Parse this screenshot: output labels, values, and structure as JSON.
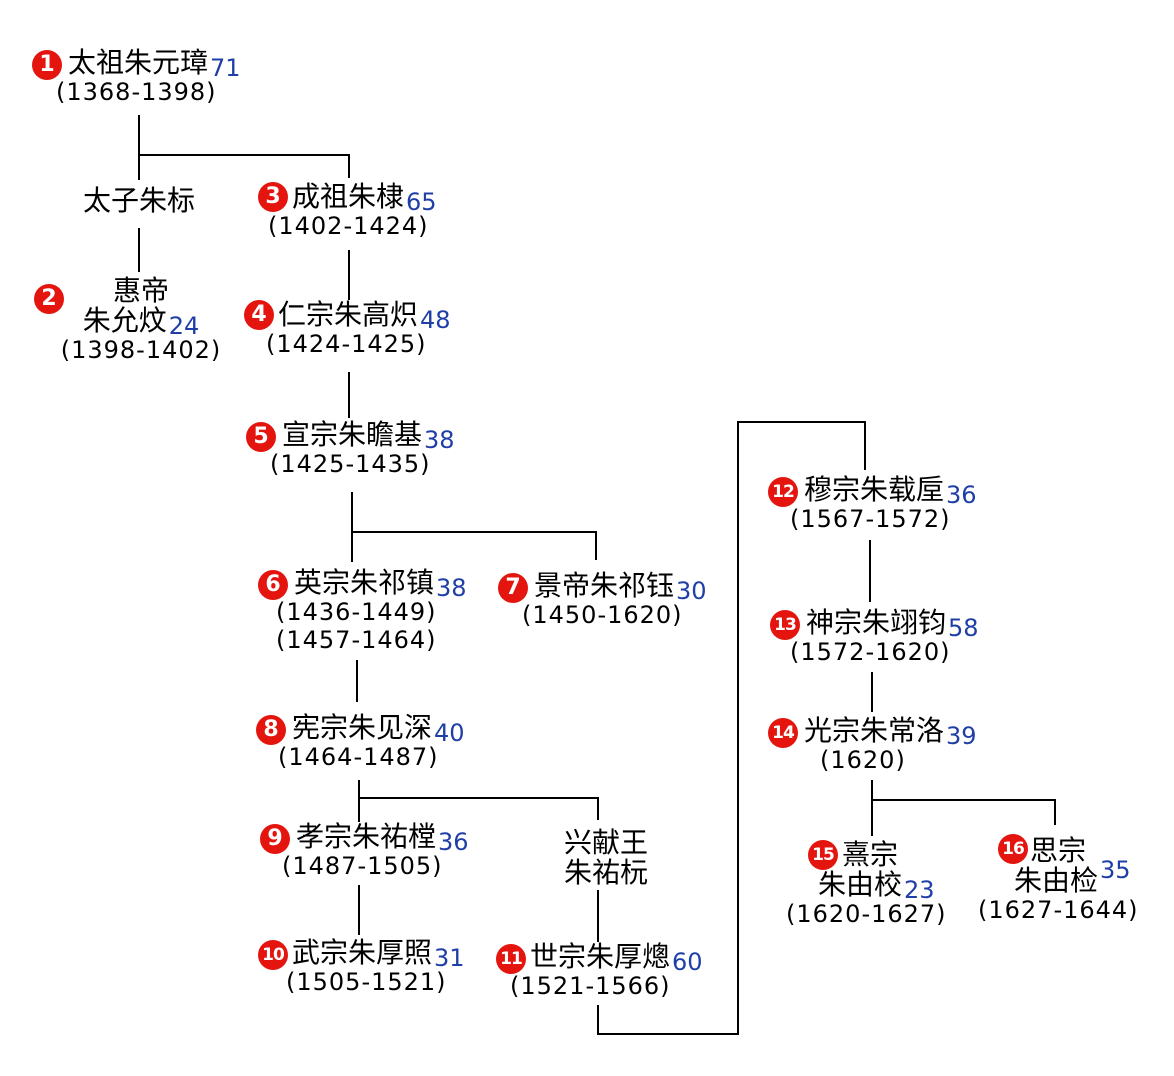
{
  "diagram": {
    "nodes": {
      "n1": {
        "badge": "1",
        "name": "太祖朱元璋",
        "age": "71",
        "years": "(1368-1398)"
      },
      "tz": {
        "name": "太子朱标"
      },
      "n2": {
        "badge": "2",
        "title": "惠帝",
        "name": "朱允炆",
        "age": "24",
        "years": "(1398-1402)"
      },
      "n3": {
        "badge": "3",
        "name": "成祖朱棣",
        "age": "65",
        "years": "(1402-1424)"
      },
      "n4": {
        "badge": "4",
        "name": "仁宗朱高炽",
        "age": "48",
        "years": "(1424-1425)"
      },
      "n5": {
        "badge": "5",
        "name": "宣宗朱瞻基",
        "age": "38",
        "years": "(1425-1435)"
      },
      "n6": {
        "badge": "6",
        "name": "英宗朱祁镇",
        "age": "38",
        "years": "(1436-1449)",
        "years2": "(1457-1464)"
      },
      "n7": {
        "badge": "7",
        "name": "景帝朱祁钰",
        "age": "30",
        "years": "(1450-1620)"
      },
      "n8": {
        "badge": "8",
        "name": "宪宗朱见深",
        "age": "40",
        "years": "(1464-1487)"
      },
      "n9": {
        "badge": "9",
        "name": "孝宗朱祐樘",
        "age": "36",
        "years": "(1487-1505)"
      },
      "xx": {
        "line1": "兴献王",
        "line2": "朱祐杬"
      },
      "n10": {
        "badge": "10",
        "name": "武宗朱厚照",
        "age": "31",
        "years": "(1505-1521)"
      },
      "n11": {
        "badge": "11",
        "name": "世宗朱厚熜",
        "age": "60",
        "years": "(1521-1566)"
      },
      "n12": {
        "badge": "12",
        "name": "穆宗朱载垕",
        "age": "36",
        "years": "(1567-1572)"
      },
      "n13": {
        "badge": "13",
        "name": "神宗朱翊钧",
        "age": "58",
        "years": "(1572-1620)"
      },
      "n14": {
        "badge": "14",
        "name": "光宗朱常洛",
        "age": "39",
        "years": "(1620)"
      },
      "n15": {
        "badge": "15",
        "title": "熹宗",
        "name": "朱由校",
        "age": "23",
        "years": "(1620-1627)"
      },
      "n16": {
        "badge": "16",
        "title": "思宗",
        "name": "朱由检",
        "age": "35",
        "years": "(1627-1644)"
      }
    },
    "colors": {
      "badge": "#e4150f",
      "age": "#1f3fa6",
      "line": "#000000"
    }
  }
}
